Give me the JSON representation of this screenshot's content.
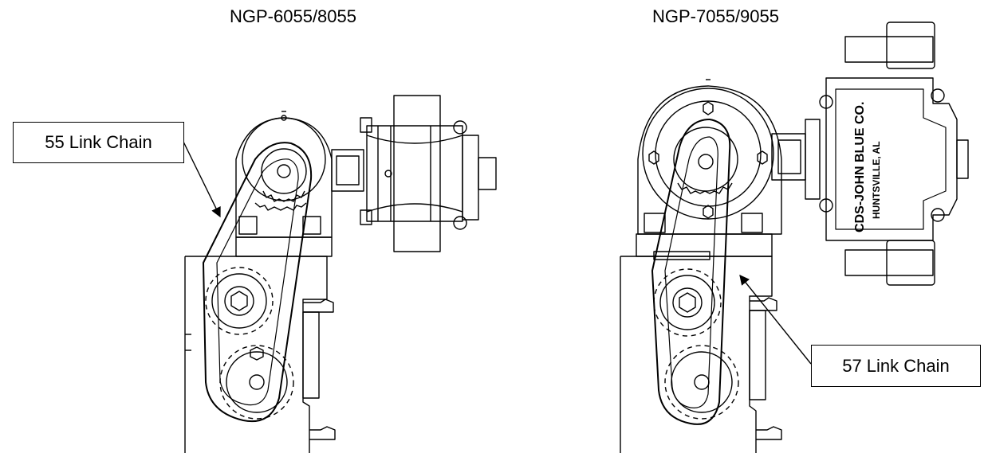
{
  "titles": {
    "left": "NGP-6055/8055",
    "right": "NGP-7055/9055"
  },
  "callouts": {
    "left": "55 Link Chain",
    "right": "57 Link Chain"
  },
  "stamp_text": {
    "line1": "CDS-JOHN BLUE CO.",
    "line2": "HUNTSVILLE, AL"
  }
}
